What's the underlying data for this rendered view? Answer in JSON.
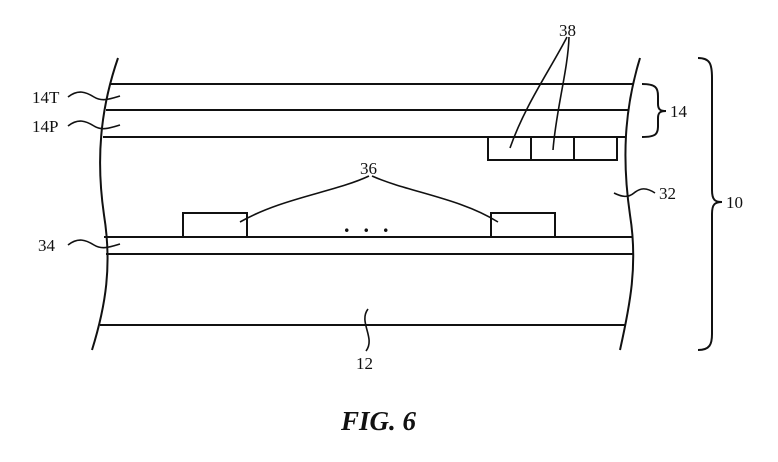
{
  "figure": {
    "caption": "FIG. 6",
    "labels": {
      "l14T": "14T",
      "l14P": "14P",
      "l38": "38",
      "l14": "14",
      "l36": "36",
      "l32": "32",
      "l10": "10",
      "l34": "34",
      "l12": "12"
    },
    "ellipsis": "..."
  }
}
